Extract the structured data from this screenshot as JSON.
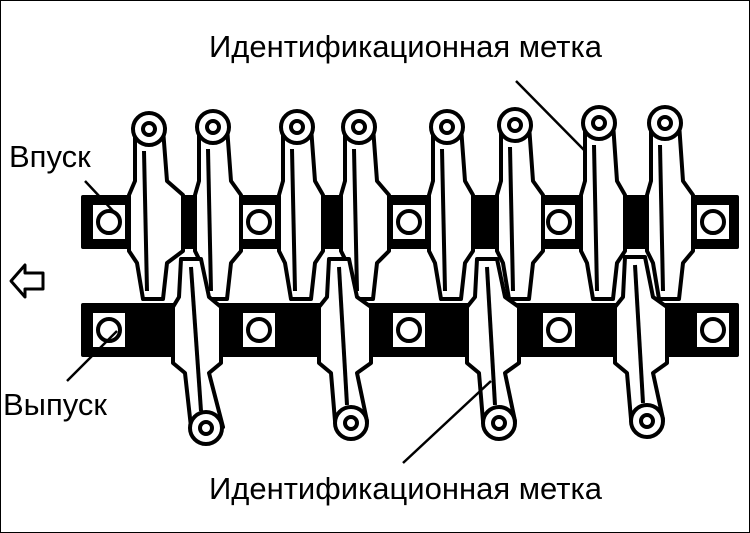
{
  "labels": {
    "id_mark_top": "Идентификационная метка",
    "intake": "Впуск",
    "exhaust": "Выпуск",
    "id_mark_bottom": "Идентификационная метка"
  },
  "icons": {
    "front_direction": "left-arrow-outline-icon"
  },
  "colors": {
    "ink": "#000000",
    "paper": "#ffffff"
  },
  "diagram": {
    "intake_arm_count": 8,
    "exhaust_arm_count": 4
  }
}
